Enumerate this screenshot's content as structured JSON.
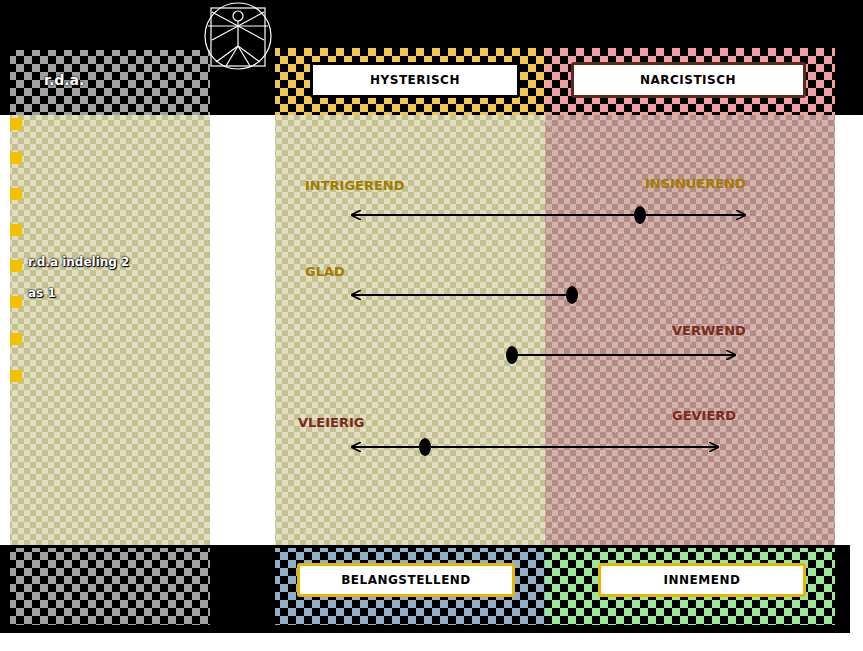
{
  "diagram": {
    "title": "r.d.a.",
    "nodes": [
      {
        "text": [
          "HYSTERISCH"
        ]
      },
      {
        "text": [
          "NARCISTISCH"
        ]
      },
      {
        "text": [
          "BELANGSTELLEND"
        ]
      },
      {
        "text": [
          "INNEMEND"
        ]
      }
    ],
    "labels": [
      "r.d.a indeling 2",
      "as 1",
      "INTRIGEREND",
      "INSINUEREND",
      "GLAD",
      "VERWEND",
      "VLEIERIG",
      "GEVIERD"
    ]
  }
}
